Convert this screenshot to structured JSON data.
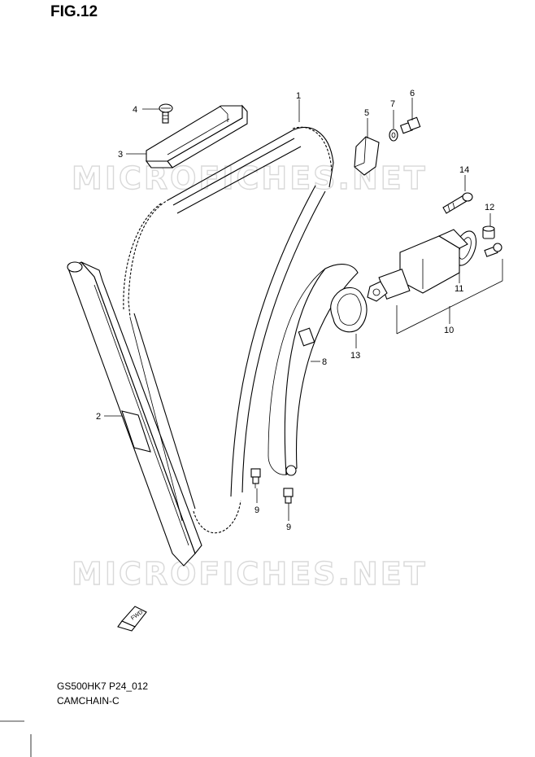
{
  "figure": {
    "title": "FIG.12",
    "model_code": "GS500HK7 P24_012",
    "section_name": "CAMCHAIN-C",
    "watermark": "MICROFICHES.NET",
    "fwd_label": "FWD"
  },
  "callouts": [
    {
      "id": "c1",
      "label": "1"
    },
    {
      "id": "c2",
      "label": "2"
    },
    {
      "id": "c3",
      "label": "3"
    },
    {
      "id": "c4",
      "label": "4"
    },
    {
      "id": "c5",
      "label": "5"
    },
    {
      "id": "c6",
      "label": "6"
    },
    {
      "id": "c7",
      "label": "7"
    },
    {
      "id": "c8",
      "label": "8"
    },
    {
      "id": "c9a",
      "label": "9"
    },
    {
      "id": "c9b",
      "label": "9"
    },
    {
      "id": "c10",
      "label": "10"
    },
    {
      "id": "c11",
      "label": "11"
    },
    {
      "id": "c12",
      "label": "12"
    },
    {
      "id": "c13",
      "label": "13"
    },
    {
      "id": "c14",
      "label": "14"
    }
  ]
}
